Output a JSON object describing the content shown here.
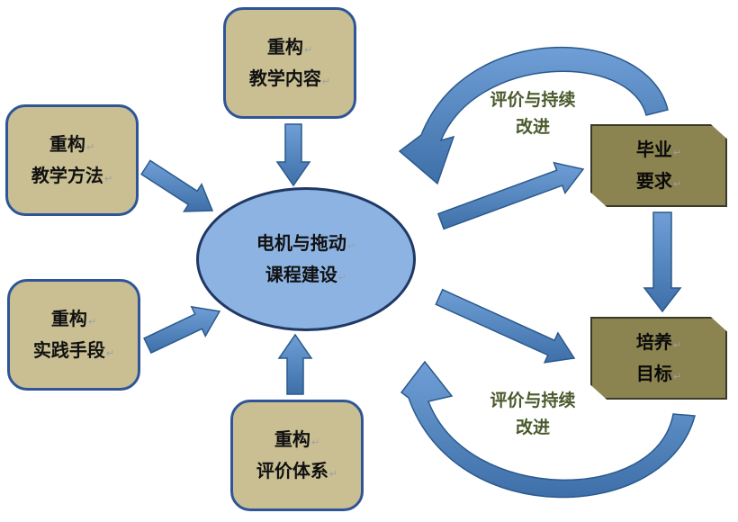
{
  "center": {
    "line1": "电机与拖动",
    "line2": "课程建设"
  },
  "boxes": {
    "content": {
      "line1": "重构",
      "line2": "教学内容"
    },
    "method": {
      "line1": "重构",
      "line2": "教学方法"
    },
    "practice": {
      "line1": "重构",
      "line2": "实践手段"
    },
    "evaluation": {
      "line1": "重构",
      "line2": "评价体系"
    }
  },
  "goals": {
    "graduation": {
      "line1": "毕业",
      "line2": "要求"
    },
    "training": {
      "line1": "培养",
      "line2": "目标"
    }
  },
  "loops": {
    "top": {
      "line1": "评价与持续",
      "line2": "改进"
    },
    "bottom": {
      "line1": "评价与持续",
      "line2": "改进"
    }
  },
  "para_mark": "↵",
  "colors": {
    "box_fill": "#c9bf93",
    "box_border": "#2f5597",
    "goal_fill": "#8b8350",
    "center_fill": "#8db3e2",
    "arrow_fill": "#4a7ebb",
    "arrow_stroke": "#2a5a8c"
  }
}
